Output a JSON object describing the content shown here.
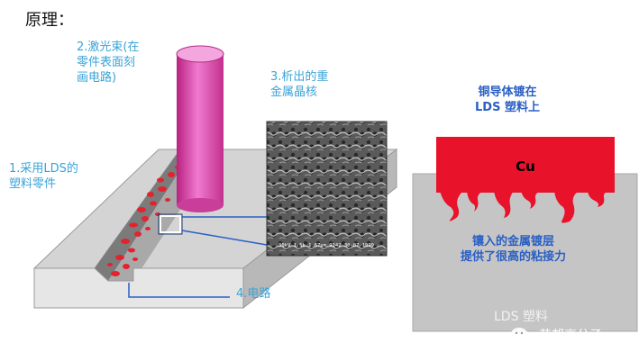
{
  "title": "原理：",
  "labels": {
    "l1": [
      "1.采用LDS的",
      "塑料零件"
    ],
    "l2": [
      "2.激光束(在",
      "零件表面刻",
      "画电路)"
    ],
    "l3": [
      "3.析出的重",
      "金属晶核"
    ],
    "l4": "4.电路",
    "copper_title": [
      "铜导体镀在",
      "LDS 塑料上"
    ],
    "cu": "Cu",
    "embed": [
      "镶入的金属镀层",
      "提供了很高的粘接力"
    ],
    "lds_plastic": "LDS 塑料"
  },
  "sem_caption": "30kV  1.5k  1.67um  9242   30-07-1999",
  "watermark": "艾邦高分子",
  "colors": {
    "laser": "#e04fb0",
    "copper": "#e8122b",
    "plastic": "#c8c8c8",
    "label_blue": "#3aa3d6",
    "label_dark_blue": "#2a5fc4"
  }
}
